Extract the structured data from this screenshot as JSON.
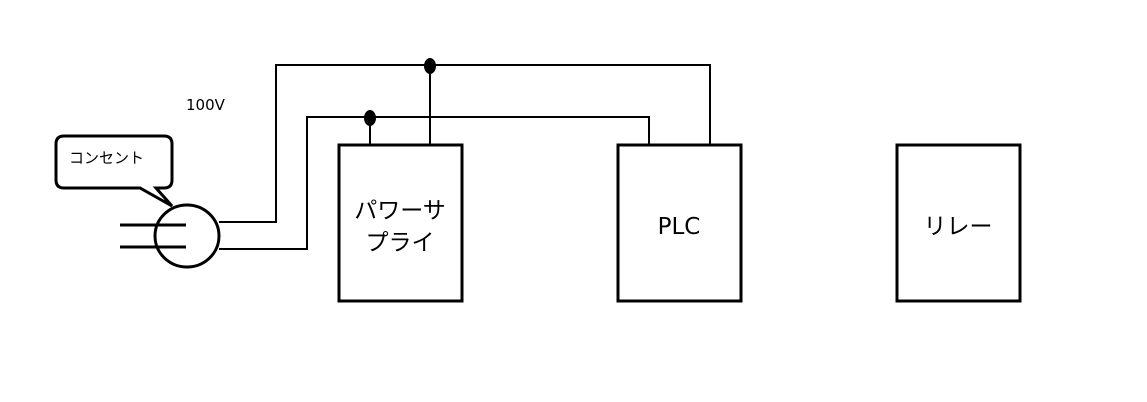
{
  "voltage_label": "100V",
  "outlet": {
    "callout_text": "コンセント"
  },
  "components": {
    "power_supply": {
      "line1": "パワーサ",
      "line2": "プライ"
    },
    "plc": {
      "label": "PLC"
    },
    "relay": {
      "label": "リレー"
    }
  },
  "colors": {
    "stroke": "#000000",
    "background": "#ffffff"
  }
}
